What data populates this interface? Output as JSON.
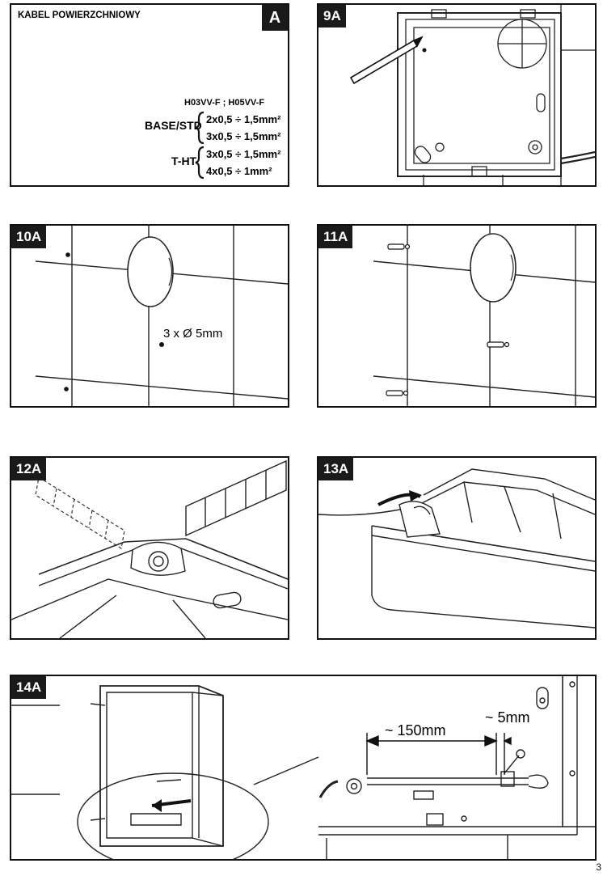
{
  "panelA": {
    "tag": "A",
    "title": "KABEL POWIERZCHNIOWY",
    "cable_types": "H03VV-F ; H05VV-F",
    "groups": [
      {
        "label": "BASE/STD",
        "lines": [
          "2x0,5 ÷ 1,5mm²",
          "3x0,5 ÷ 1,5mm²"
        ]
      },
      {
        "label": "T-HT",
        "lines": [
          "3x0,5 ÷ 1,5mm²",
          "4x0,5 ÷ 1mm²"
        ]
      }
    ]
  },
  "panel9A": {
    "tag": "9A"
  },
  "panel10A": {
    "tag": "10A",
    "hole_label": "3 x Ø 5mm"
  },
  "panel11A": {
    "tag": "11A"
  },
  "panel12A": {
    "tag": "12A"
  },
  "panel13A": {
    "tag": "13A"
  },
  "panel14A": {
    "tag": "14A",
    "dim_strip": "~ 150mm",
    "dim_gap": "~ 5mm"
  },
  "page_number": "3"
}
